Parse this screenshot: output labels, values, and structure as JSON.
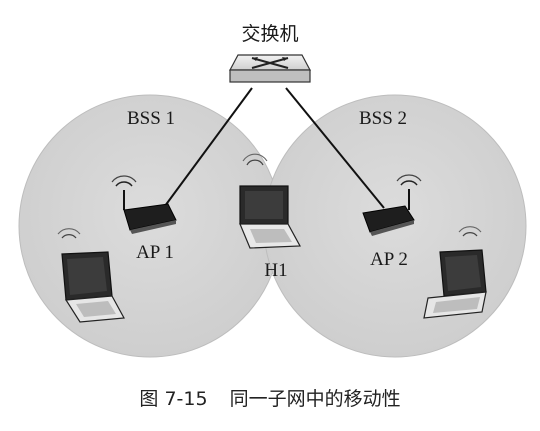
{
  "diagram": {
    "switch_label": "交换机",
    "bss": [
      {
        "label": "BSS 1"
      },
      {
        "label": "BSS 2"
      }
    ],
    "aps": [
      {
        "label": "AP 1"
      },
      {
        "label": "AP 2"
      }
    ],
    "host_label": "H1",
    "colors": {
      "bss_fill": "#d6d6d6",
      "line": "#111111",
      "device": "#1e1e1e"
    }
  },
  "caption": {
    "figure_number": "图 7-15",
    "text": "同一子网中的移动性"
  }
}
